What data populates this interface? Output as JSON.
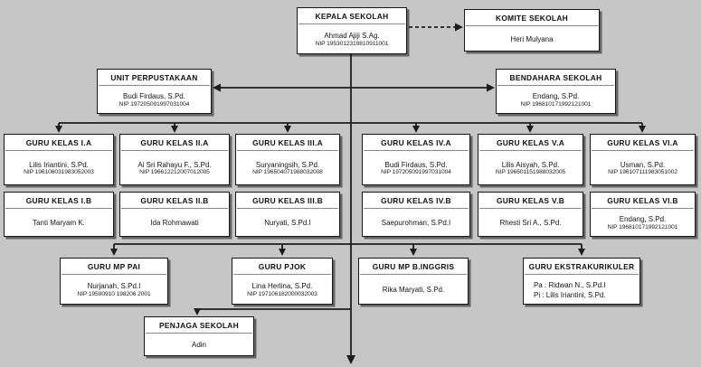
{
  "org_chart": {
    "colors": {
      "background": "#c6c6c6",
      "box_background": "#ffffff",
      "box_border": "#161616",
      "connector_line": "#1d1d1d"
    },
    "boxes": [
      {
        "id": "kepala-sekolah",
        "title": "KEPALA SEKOLAH",
        "lines": [
          "Ahmad Ajiji S.Ag.",
          "NIP 1953012319810911001"
        ]
      },
      {
        "id": "komite-sekolah",
        "title": "KOMITE SEKOLAH",
        "lines": [
          "Heri Mulyana"
        ]
      },
      {
        "id": "unit-perpustakaan",
        "title": "UNIT PERPUSTAKAAN",
        "lines": [
          "Budi Firdaus, S.Pd.",
          "NIP 197205091997031004"
        ]
      },
      {
        "id": "bendahara-sekolah",
        "title": "BENDAHARA SEKOLAH",
        "lines": [
          "Endang, S.Pd.",
          "NIP 196810171992121001"
        ]
      },
      {
        "id": "guru-kelas-1a",
        "title": "GURU KELAS I.A",
        "lines": [
          "Lilis Iriantini, S.Pd.",
          "NIP 196106031983052003"
        ]
      },
      {
        "id": "guru-kelas-2a",
        "title": "GURU KELAS II.A",
        "lines": [
          "Ai Sri Rahayu F., S.Pd.",
          "NIP 196612212007012005"
        ]
      },
      {
        "id": "guru-kelas-3a",
        "title": "GURU KELAS III.A",
        "lines": [
          "Suryaningsih, S.Pd.",
          "NIP 196504071988032008"
        ]
      },
      {
        "id": "guru-kelas-4a",
        "title": "GURU KELAS IV.A",
        "lines": [
          "Budi Firdaus, S.Pd.",
          "NIP 197205091997031004"
        ]
      },
      {
        "id": "guru-kelas-5a",
        "title": "GURU KELAS V.A",
        "lines": [
          "Lilis Aisyah, S.Pd.",
          "NIP 196501151988032005"
        ]
      },
      {
        "id": "guru-kelas-6a",
        "title": "GURU KELAS VI.A",
        "lines": [
          "Usman, S.Pd.",
          "NIP 196107111983051002"
        ]
      },
      {
        "id": "guru-kelas-1b",
        "title": "GURU KELAS I.B",
        "lines": [
          "Tanti Maryam K."
        ]
      },
      {
        "id": "guru-kelas-2b",
        "title": "GURU KELAS II.B",
        "lines": [
          "Ida Rohmawati"
        ]
      },
      {
        "id": "guru-kelas-3b",
        "title": "GURU KELAS III.B",
        "lines": [
          "Nuryati, S.Pd.I"
        ]
      },
      {
        "id": "guru-kelas-4b",
        "title": "GURU KELAS IV.B",
        "lines": [
          "Saepurohman, S.Pd.I"
        ]
      },
      {
        "id": "guru-kelas-5b",
        "title": "GURU KELAS V.B",
        "lines": [
          "Rhesti Sri A., S.Pd."
        ]
      },
      {
        "id": "guru-kelas-6b",
        "title": "GURU KELAS VI.B",
        "lines": [
          "Endang, S.Pd.",
          "NIP 196810171992121001"
        ]
      },
      {
        "id": "guru-mp-pai",
        "title": "GURU MP PAI",
        "lines": [
          "Nurjanah, S.Pd.I",
          "NIP 19590910 198206 2001"
        ]
      },
      {
        "id": "guru-pjok",
        "title": "GURU PJOK",
        "lines": [
          "Lina Herlina, S.Pd.",
          "NIP 197106182000032003"
        ]
      },
      {
        "id": "guru-mp-binggris",
        "title": "GURU MP B.INGGRIS",
        "lines": [
          "Rika Maryati, S.Pd."
        ]
      },
      {
        "id": "guru-ekstrakurikuler",
        "title": "GURU EKSTRAKURIKULER",
        "lines": [
          "Pa  :  Ridwan N., S.Pd.I",
          "Pi  :  Lilis Iriantini, S.Pd."
        ]
      },
      {
        "id": "penjaga-sekolah",
        "title": "PENJAGA SEKOLAH",
        "lines": [
          "Adin"
        ]
      }
    ]
  }
}
